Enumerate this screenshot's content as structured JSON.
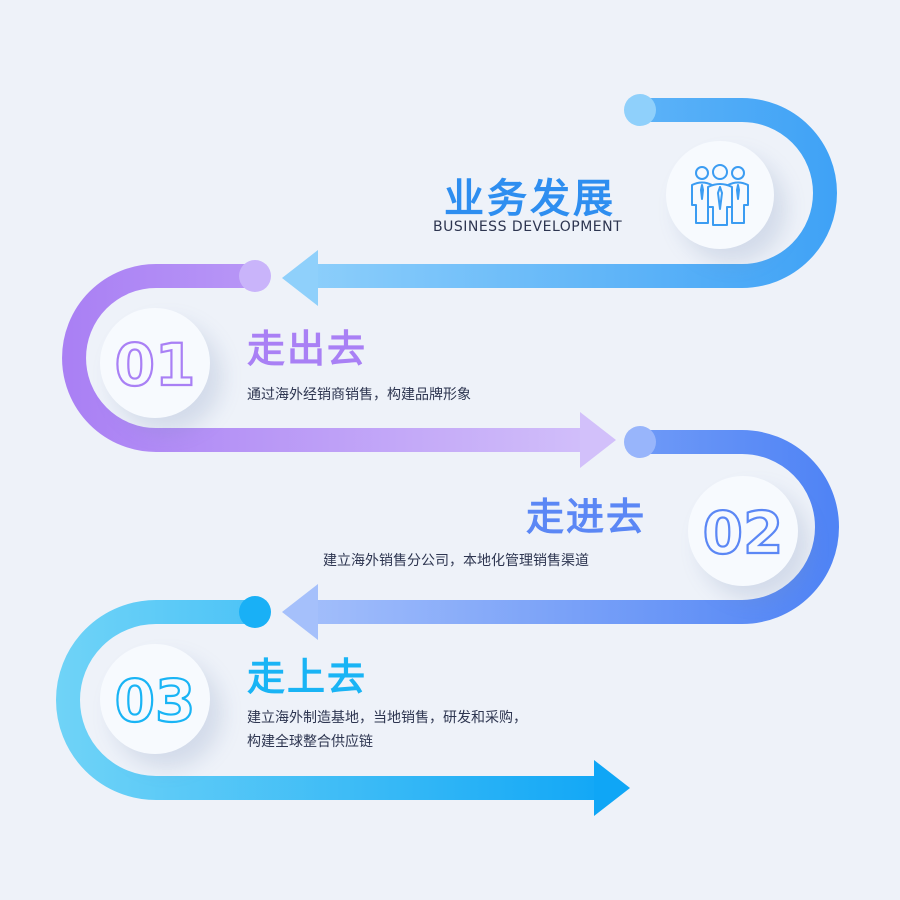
{
  "header": {
    "title": "业务发展",
    "subtitle": "BUSINESS DEVELOPMENT",
    "icon": "business-team-icon"
  },
  "steps": [
    {
      "number": "01",
      "title": "走出去",
      "lines": [
        "通过海外经销商销售，构建品牌形象"
      ],
      "color": "#a980f5"
    },
    {
      "number": "02",
      "title": "走进去",
      "lines": [
        "建立海外销售分公司，本地化管理销售渠道"
      ],
      "color": "#5b87f5"
    },
    {
      "number": "03",
      "title": "走上去",
      "lines": [
        "建立海外制造基地，当地销售，研发和采购，",
        "构建全球整合供应链"
      ],
      "color": "#19b4f5"
    }
  ],
  "colors": {
    "background": "#eef2f9",
    "header_blue": "#2e8ef0",
    "purple": "#a980f5",
    "blue": "#5b87f5",
    "cyan": "#19b4f5"
  }
}
